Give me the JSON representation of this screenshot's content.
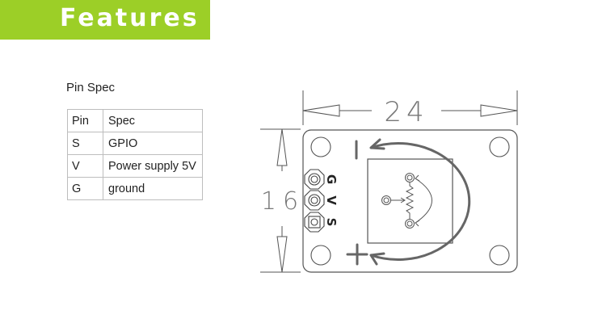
{
  "banner": {
    "title": "Features",
    "color": "#9ccf27"
  },
  "pin_spec": {
    "title": "Pin Spec",
    "headers": [
      "Pin",
      "Spec"
    ],
    "rows": [
      [
        "S",
        "GPIO"
      ],
      [
        "V",
        "Power supply 5V"
      ],
      [
        "G",
        "ground"
      ]
    ]
  },
  "diagram": {
    "width_dimension": "24",
    "height_dimension": "16",
    "pin_labels": [
      "G",
      "V",
      "S"
    ],
    "minus_symbol": "−",
    "plus_symbol": "+"
  }
}
